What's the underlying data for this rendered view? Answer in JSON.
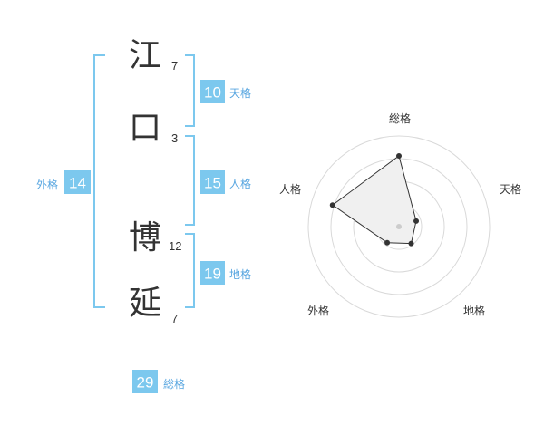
{
  "name": {
    "chars": [
      {
        "char": "江",
        "strokes": "7"
      },
      {
        "char": "口",
        "strokes": "3"
      },
      {
        "char": "博",
        "strokes": "12"
      },
      {
        "char": "延",
        "strokes": "7"
      }
    ]
  },
  "fortunes": {
    "tenkaku": {
      "value": "10",
      "label": "天格"
    },
    "jinkaku": {
      "value": "15",
      "label": "人格"
    },
    "chikaku": {
      "value": "19",
      "label": "地格"
    },
    "gaikaku": {
      "value": "14",
      "label": "外格"
    },
    "soukaku": {
      "value": "29",
      "label": "総格"
    }
  },
  "radar": {
    "axis_labels": [
      "総格",
      "天格",
      "地格",
      "外格",
      "人格"
    ],
    "values": [
      0.78,
      0.2,
      0.23,
      0.22,
      0.77
    ],
    "rings": 4,
    "colors": {
      "fill": "#f0f0f0",
      "line": "#333333",
      "ring": "#d9d9d9",
      "center": "#cccccc"
    }
  },
  "colors": {
    "accent": "#7cc8ee",
    "label": "#58a6e0"
  }
}
